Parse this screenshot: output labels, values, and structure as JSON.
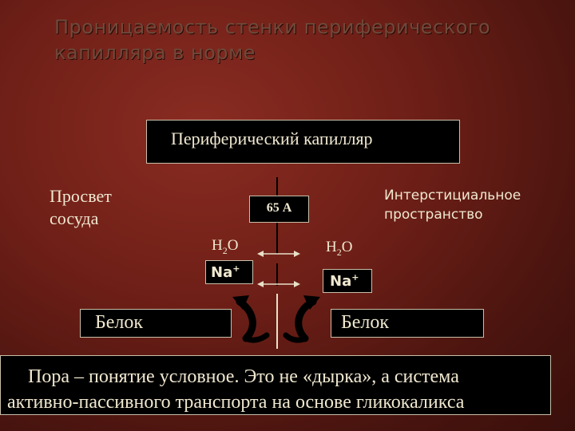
{
  "title": {
    "line1": "Проницаемость стенки периферического",
    "line2": "капилляра в норме"
  },
  "capillary_label": "Периферический капилляр",
  "lumen": {
    "line1": "Просвет",
    "line2": "сосуда"
  },
  "interstitial": {
    "line1": "Интерстициальное",
    "line2": "пространство"
  },
  "pore_size": "65 А",
  "water": {
    "base": "H",
    "sub": "2",
    "end": "O"
  },
  "sodium": {
    "base": "Na",
    "sup": "+"
  },
  "protein_label": "Белок",
  "caption": {
    "line1": "Пора – понятие условное. Это не «дырка», а система",
    "line2": "активно-пассивного транспорта на основе гликокаликса"
  },
  "colors": {
    "background": "#6e1f17",
    "box_fill": "#000000",
    "text": "#f0e8d0",
    "title_text": "#6e4a3a"
  },
  "icons": [
    "double-arrow-icon",
    "curved-arrow-left-icon",
    "curved-arrow-right-icon"
  ]
}
